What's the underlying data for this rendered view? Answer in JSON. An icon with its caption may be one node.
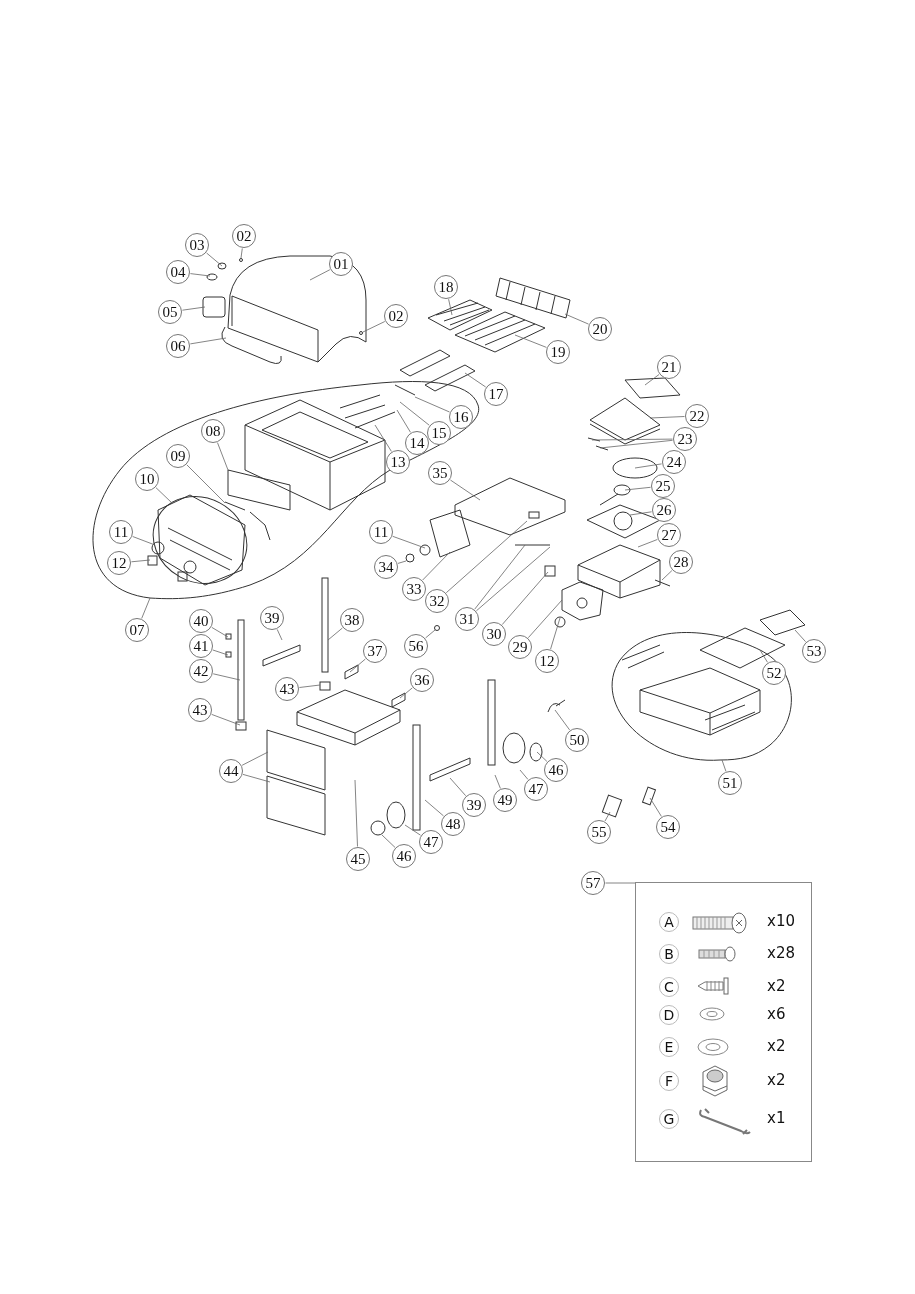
{
  "diagram": {
    "nodes": [
      {
        "text": [
          "01"
        ]
      },
      {
        "text": [
          "02"
        ]
      },
      {
        "text": [
          "03"
        ]
      },
      {
        "text": [
          "04"
        ]
      },
      {
        "text": [
          "05"
        ]
      },
      {
        "text": [
          "06"
        ]
      },
      {
        "text": [
          "02"
        ]
      },
      {
        "text": [
          "18"
        ]
      },
      {
        "text": [
          "20"
        ]
      },
      {
        "text": [
          "19"
        ]
      },
      {
        "text": [
          "17"
        ]
      },
      {
        "text": [
          "16"
        ]
      },
      {
        "text": [
          "15"
        ]
      },
      {
        "text": [
          "14"
        ]
      },
      {
        "text": [
          "13"
        ]
      },
      {
        "text": [
          "21"
        ]
      },
      {
        "text": [
          "22"
        ]
      },
      {
        "text": [
          "23"
        ]
      },
      {
        "text": [
          "08"
        ]
      },
      {
        "text": [
          "09"
        ]
      },
      {
        "text": [
          "10"
        ]
      },
      {
        "text": [
          "35"
        ]
      },
      {
        "text": [
          "24"
        ]
      },
      {
        "text": [
          "25"
        ]
      },
      {
        "text": [
          "26"
        ]
      },
      {
        "text": [
          "27"
        ]
      },
      {
        "text": [
          "11"
        ]
      },
      {
        "text": [
          "11"
        ]
      },
      {
        "text": [
          "12"
        ]
      },
      {
        "text": [
          "34"
        ]
      },
      {
        "text": [
          "28"
        ]
      },
      {
        "text": [
          "33"
        ]
      },
      {
        "text": [
          "32"
        ]
      },
      {
        "text": [
          "31"
        ]
      },
      {
        "text": [
          "30"
        ]
      },
      {
        "text": [
          "29"
        ]
      },
      {
        "text": [
          "12"
        ]
      },
      {
        "text": [
          "07"
        ]
      },
      {
        "text": [
          "40"
        ]
      },
      {
        "text": [
          "39"
        ]
      },
      {
        "text": [
          "38"
        ]
      },
      {
        "text": [
          "41"
        ]
      },
      {
        "text": [
          "56"
        ]
      },
      {
        "text": [
          "37"
        ]
      },
      {
        "text": [
          "42"
        ]
      },
      {
        "text": [
          "43"
        ]
      },
      {
        "text": [
          "36"
        ]
      },
      {
        "text": [
          "43"
        ]
      },
      {
        "text": [
          "53"
        ]
      },
      {
        "text": [
          "52"
        ]
      },
      {
        "text": [
          "50"
        ]
      },
      {
        "text": [
          "46"
        ]
      },
      {
        "text": [
          "47"
        ]
      },
      {
        "text": [
          "44"
        ]
      },
      {
        "text": [
          "49"
        ]
      },
      {
        "text": [
          "51"
        ]
      },
      {
        "text": [
          "39"
        ]
      },
      {
        "text": [
          "48"
        ]
      },
      {
        "text": [
          "54"
        ]
      },
      {
        "text": [
          "55"
        ]
      },
      {
        "text": [
          "47"
        ]
      },
      {
        "text": [
          "46"
        ]
      },
      {
        "text": [
          "45"
        ]
      },
      {
        "text": [
          "57"
        ]
      },
      {
        "text": [],
        "shape": "box"
      }
    ],
    "edges": [
      {
        "from": 0,
        "to": null,
        "arrow": "none"
      },
      {
        "from": 1,
        "to": null,
        "arrow": "none"
      },
      {
        "from": 2,
        "to": null,
        "arrow": "none"
      },
      {
        "from": 3,
        "to": null,
        "arrow": "none"
      },
      {
        "from": 4,
        "to": null,
        "arrow": "none"
      },
      {
        "from": 5,
        "to": null,
        "arrow": "none"
      },
      {
        "from": 6,
        "to": null,
        "arrow": "none"
      },
      {
        "from": 7,
        "to": null,
        "arrow": "none"
      },
      {
        "from": 8,
        "to": null,
        "arrow": "none"
      },
      {
        "from": 9,
        "to": null,
        "arrow": "none"
      },
      {
        "from": 10,
        "to": null,
        "arrow": "none"
      },
      {
        "from": 11,
        "to": null,
        "arrow": "none"
      },
      {
        "from": 12,
        "to": null,
        "arrow": "none"
      },
      {
        "from": 13,
        "to": null,
        "arrow": "none"
      },
      {
        "from": 14,
        "to": null,
        "arrow": "none"
      },
      {
        "from": 15,
        "to": null,
        "arrow": "none"
      },
      {
        "from": 16,
        "to": null,
        "arrow": "none"
      },
      {
        "from": 17,
        "to": null,
        "arrow": "none"
      },
      {
        "from": 17,
        "to": null,
        "arrow": "none"
      },
      {
        "from": 18,
        "to": null,
        "arrow": "none"
      },
      {
        "from": 19,
        "to": null,
        "arrow": "none"
      },
      {
        "from": 20,
        "to": null,
        "arrow": "none"
      },
      {
        "from": 21,
        "to": null,
        "arrow": "none"
      },
      {
        "from": 22,
        "to": null,
        "arrow": "none"
      },
      {
        "from": 23,
        "to": null,
        "arrow": "none"
      },
      {
        "from": 24,
        "to": null,
        "arrow": "none"
      },
      {
        "from": 25,
        "to": null,
        "arrow": "none"
      },
      {
        "from": 26,
        "to": null,
        "arrow": "none"
      },
      {
        "from": 27,
        "to": null,
        "arrow": "none"
      },
      {
        "from": 28,
        "to": null,
        "arrow": "none"
      },
      {
        "from": 29,
        "to": null,
        "arrow": "none"
      },
      {
        "from": 30,
        "to": null,
        "arrow": "none"
      },
      {
        "from": 31,
        "to": null,
        "arrow": "none"
      },
      {
        "from": 32,
        "to": null,
        "arrow": "none"
      },
      {
        "from": 33,
        "to": null,
        "arrow": "none"
      },
      {
        "from": 33,
        "to": null,
        "arrow": "none"
      },
      {
        "from": 34,
        "to": null,
        "arrow": "none"
      },
      {
        "from": 35,
        "to": null,
        "arrow": "none"
      },
      {
        "from": 36,
        "to": null,
        "arrow": "none"
      },
      {
        "from": 37,
        "to": null,
        "arrow": "none"
      },
      {
        "from": 38,
        "to": null,
        "arrow": "none"
      },
      {
        "from": 39,
        "to": null,
        "arrow": "none"
      },
      {
        "from": 40,
        "to": null,
        "arrow": "none"
      },
      {
        "from": 41,
        "to": null,
        "arrow": "none"
      },
      {
        "from": 42,
        "to": null,
        "arrow": "none"
      },
      {
        "from": 43,
        "to": null,
        "arrow": "none"
      },
      {
        "from": 44,
        "to": null,
        "arrow": "none"
      },
      {
        "from": 45,
        "to": null,
        "arrow": "none"
      },
      {
        "from": 46,
        "to": null,
        "arrow": "none"
      },
      {
        "from": 47,
        "to": null,
        "arrow": "none"
      },
      {
        "from": 48,
        "to": null,
        "arrow": "none"
      },
      {
        "from": 49,
        "to": null,
        "arrow": "none"
      },
      {
        "from": 50,
        "to": null,
        "arrow": "none"
      },
      {
        "from": 51,
        "to": null,
        "arrow": "none"
      },
      {
        "from": 52,
        "to": null,
        "arrow": "none"
      },
      {
        "from": 53,
        "to": null,
        "arrow": "none"
      },
      {
        "from": 53,
        "to": null,
        "arrow": "none"
      },
      {
        "from": 54,
        "to": null,
        "arrow": "none"
      },
      {
        "from": 55,
        "to": null,
        "arrow": "none"
      },
      {
        "from": 56,
        "to": null,
        "arrow": "none"
      },
      {
        "from": 57,
        "to": null,
        "arrow": "none"
      },
      {
        "from": 58,
        "to": null,
        "arrow": "none"
      },
      {
        "from": 59,
        "to": null,
        "arrow": "none"
      },
      {
        "from": 60,
        "to": null,
        "arrow": "none"
      },
      {
        "from": 61,
        "to": null,
        "arrow": "none"
      },
      {
        "from": 62,
        "to": null,
        "arrow": "none"
      },
      {
        "from": 63,
        "to": 64,
        "arrow": "none"
      }
    ],
    "labels": [
      "A",
      "x10",
      "B",
      "x28",
      "C",
      "x2",
      "D",
      "x6",
      "E",
      "x2",
      "F",
      "x2",
      "G",
      "x1"
    ]
  }
}
